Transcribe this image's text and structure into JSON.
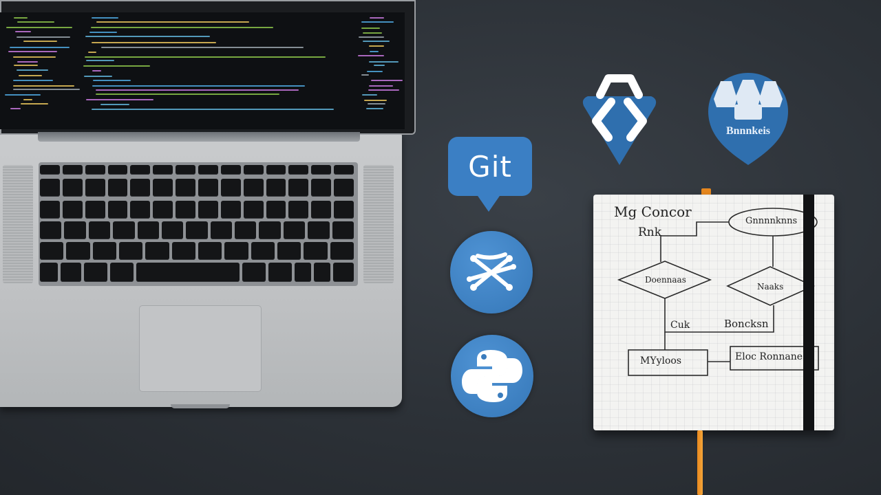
{
  "laptop": {
    "screen": "code editor",
    "keyboard_rows": 6
  },
  "icons": {
    "git": {
      "label": "Git",
      "color": "#3b7fc4"
    },
    "anchor": {
      "icon": "anchor-badge-icon"
    },
    "docker": {
      "label": "Bnnnkeis",
      "icon": "stacked-containers-icon"
    },
    "network": {
      "icon": "crossed-arrows-icon"
    },
    "python": {
      "icon": "python-logo-icon"
    }
  },
  "notebook": {
    "title_line1": "Mg Concor",
    "title_line2": "Rnk",
    "nodes": {
      "top_oval": "Gnnnnknns",
      "left_diamond": "Doennaas",
      "right_diamond": "Naaks",
      "label_cuk": "Cuk",
      "label_boncksn": "Boncksn",
      "left_box": "MYyloos",
      "right_box": "Eloc  Ronnanes"
    },
    "bookmark_color": "#f09a2e"
  }
}
